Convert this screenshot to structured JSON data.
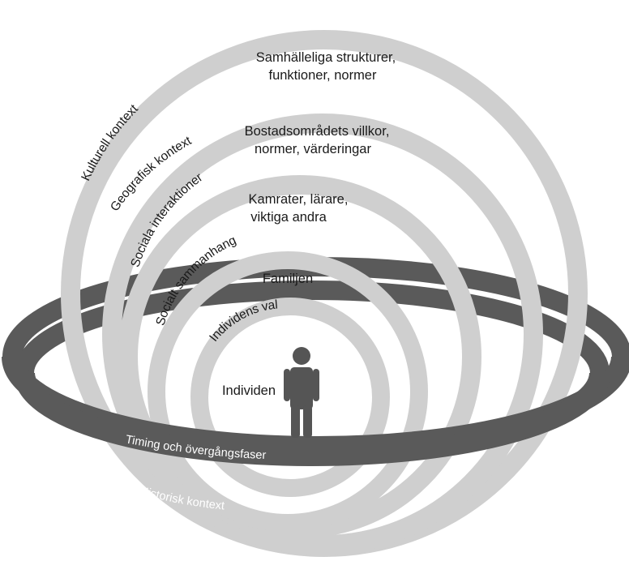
{
  "rings": [
    {
      "id": "kulturell",
      "arc_label": "Kulturell kontext",
      "inner_label_lines": [
        "Samhälleliga strukturer,",
        "funktioner, normer"
      ]
    },
    {
      "id": "geografisk",
      "arc_label": "Geografisk kontext",
      "inner_label_lines": [
        "Bostadsområdets villkor,",
        "normer, värderingar"
      ]
    },
    {
      "id": "sociala",
      "arc_label": "Sociala interaktioner",
      "inner_label_lines": [
        "Kamrater, lärare,",
        "viktiga andra"
      ]
    },
    {
      "id": "socialt",
      "arc_label": "Socialt sammanhang",
      "inner_label_lines": [
        "Familjen"
      ]
    },
    {
      "id": "individens",
      "arc_label": "Individens val",
      "inner_label_lines": [
        "Individen"
      ]
    }
  ],
  "bands": [
    {
      "id": "timing",
      "label": "Timing och övergångsfaser"
    },
    {
      "id": "historisk",
      "label": "Historisk kontext"
    }
  ],
  "center_icon": "person-icon",
  "colors": {
    "ring": "#cfcfcf",
    "band": "#5a5a5a",
    "person": "#555555",
    "text": "#1a1a1a",
    "band_text": "#ffffff"
  }
}
